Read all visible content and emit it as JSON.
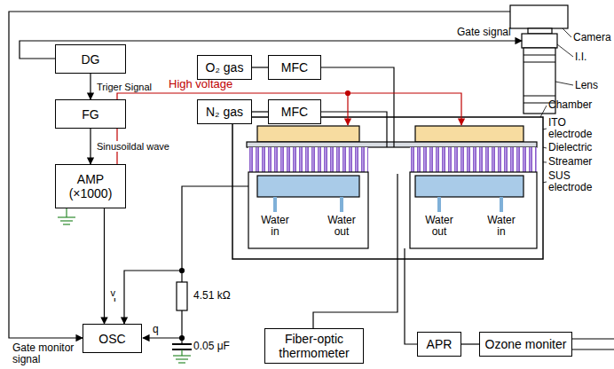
{
  "diagram": {
    "nodes": [
      {
        "text": [
          "DG"
        ]
      },
      {
        "text": [
          "FG"
        ]
      },
      {
        "text": [
          "AMP (×1000)"
        ]
      },
      {
        "text": [
          "O₂ gas"
        ]
      },
      {
        "text": [
          "MFC"
        ]
      },
      {
        "text": [
          "N₂ gas"
        ]
      },
      {
        "text": [
          "MFC"
        ]
      },
      {
        "text": [
          "OSC"
        ]
      },
      {
        "text": [
          "Fiber-optic thermometer"
        ]
      },
      {
        "text": [
          "APR"
        ]
      },
      {
        "text": [
          "Ozone moniter"
        ]
      }
    ],
    "edges": [
      {
        "from": 0,
        "to": 1,
        "label": "Triger Signal",
        "arrow": "to"
      },
      {
        "from": 1,
        "to": 2,
        "label": "Sinusoildal wave",
        "arrow": "to"
      },
      {
        "from": 2,
        "to": 7,
        "label": "v",
        "arrow": "to"
      },
      {
        "from": 3,
        "to": 4,
        "arrow": "none"
      },
      {
        "from": 5,
        "to": 6,
        "arrow": "none"
      },
      {
        "from": 9,
        "to": 10,
        "arrow": "none"
      }
    ],
    "labels": [
      "High voltage",
      "Gate signal",
      "Camera",
      "I.I.",
      "Lens",
      "Chamber",
      "ITO electrode",
      "Dielectric",
      "Streamer",
      "SUS electrode",
      "Water in",
      "Water out",
      "Water out",
      "Water in",
      "4.51 kΩ",
      "0.05 μF",
      "i",
      "q",
      "Gate monitor signal"
    ]
  }
}
